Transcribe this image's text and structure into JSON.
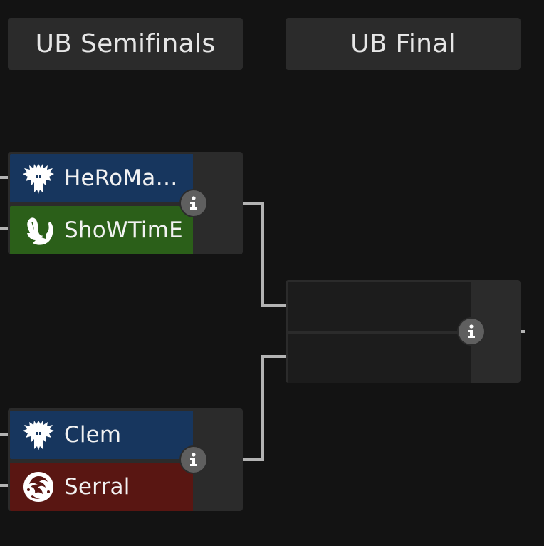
{
  "rounds": [
    {
      "title": "UB Semifinals"
    },
    {
      "title": "UB Final"
    }
  ],
  "matches": [
    {
      "info_icon": "info-icon",
      "players": [
        {
          "name": "HeRoMaR…",
          "race": "terran",
          "race_icon": "terran-race-icon",
          "color": "#17365e"
        },
        {
          "name": "ShoWTimE",
          "race": "protoss",
          "race_icon": "protoss-race-icon",
          "color": "#2b5f19"
        }
      ]
    },
    {
      "info_icon": "info-icon",
      "players": [
        {
          "name": "Clem",
          "race": "terran",
          "race_icon": "terran-race-icon",
          "color": "#17365e"
        },
        {
          "name": "Serral",
          "race": "zerg",
          "race_icon": "zerg-race-icon",
          "color": "#591612"
        }
      ]
    },
    {
      "info_icon": "info-icon",
      "players": [
        {
          "name": "",
          "race": "",
          "color": "#1c1c1c"
        },
        {
          "name": "",
          "race": "",
          "color": "#1c1c1c"
        }
      ]
    }
  ],
  "colors": {
    "background": "#131313",
    "panel": "#2b2b2b",
    "connector": "#b3b3b3",
    "terran": "#17365e",
    "protoss": "#2b5f19",
    "zerg": "#591612",
    "info_button": "#5f5f5f"
  }
}
